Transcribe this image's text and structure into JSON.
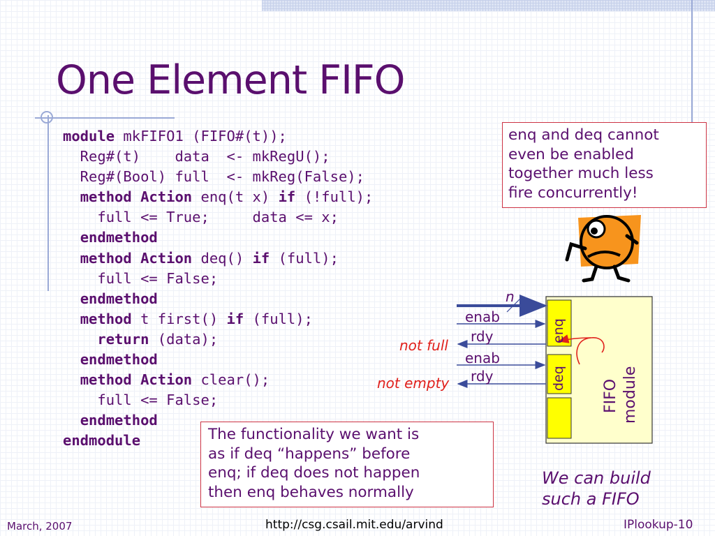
{
  "slide": {
    "title": "One Element FIFO",
    "code_lines": [
      [
        {
          "t": "module",
          "k": true
        },
        {
          "t": " mkFIFO1 (FIFO#(t));",
          "k": false
        }
      ],
      [
        {
          "t": "  Reg#(t)    data  <- mkRegU();",
          "k": false
        }
      ],
      [
        {
          "t": "  Reg#(Bool) full  <- mkReg(False);",
          "k": false
        }
      ],
      [
        {
          "t": "  ",
          "k": false
        },
        {
          "t": "method",
          "k": true
        },
        {
          "t": " ",
          "k": false
        },
        {
          "t": "Action",
          "k": true
        },
        {
          "t": " enq(t x) ",
          "k": false
        },
        {
          "t": "if",
          "k": true
        },
        {
          "t": " (!full);",
          "k": false
        }
      ],
      [
        {
          "t": "    full <= True;     data <= x;",
          "k": false
        }
      ],
      [
        {
          "t": "  ",
          "k": false
        },
        {
          "t": "endmethod",
          "k": true
        }
      ],
      [
        {
          "t": "  ",
          "k": false
        },
        {
          "t": "method",
          "k": true
        },
        {
          "t": " ",
          "k": false
        },
        {
          "t": "Action",
          "k": true
        },
        {
          "t": " deq() ",
          "k": false
        },
        {
          "t": "if",
          "k": true
        },
        {
          "t": " (full);",
          "k": false
        }
      ],
      [
        {
          "t": "    full <= False;",
          "k": false
        }
      ],
      [
        {
          "t": "  ",
          "k": false
        },
        {
          "t": "endmethod",
          "k": true
        }
      ],
      [
        {
          "t": "  ",
          "k": false
        },
        {
          "t": "method",
          "k": true
        },
        {
          "t": " t first() ",
          "k": false
        },
        {
          "t": "if",
          "k": true
        },
        {
          "t": " (full);",
          "k": false
        }
      ],
      [
        {
          "t": "    ",
          "k": false
        },
        {
          "t": "return",
          "k": true
        },
        {
          "t": " (data);",
          "k": false
        }
      ],
      [
        {
          "t": "  ",
          "k": false
        },
        {
          "t": "endmethod",
          "k": true
        }
      ],
      [
        {
          "t": "  ",
          "k": false
        },
        {
          "t": "method",
          "k": true
        },
        {
          "t": " ",
          "k": false
        },
        {
          "t": "Action",
          "k": true
        },
        {
          "t": " clear();",
          "k": false
        }
      ],
      [
        {
          "t": "    full <= False;",
          "k": false
        }
      ],
      [
        {
          "t": "  ",
          "k": false
        },
        {
          "t": "endmethod",
          "k": true
        }
      ],
      [
        {
          "t": "endmodule",
          "k": true
        }
      ]
    ],
    "note_top": [
      "enq and deq cannot",
      "even be enabled",
      "together much less",
      "fire concurrently!"
    ],
    "note_bottom": [
      "The functionality we want is",
      "as if deq “happens” before",
      "enq; if deq does not happen",
      "then enq behaves normally"
    ],
    "build_note": [
      "We can build",
      "such a FIFO"
    ]
  },
  "diagram": {
    "n_label": "n",
    "enab1": "enab",
    "rdy1": "rdy",
    "enab2": "enab",
    "rdy2": "rdy",
    "not_full": "not full",
    "not_empty": "not empty",
    "enq_port": "enq",
    "deq_port": "deq",
    "module_line1": "FIFO",
    "module_line2": "module"
  },
  "footer": {
    "date": "March, 2007",
    "url": "http://csg.csail.mit.edu/arvind",
    "page": "IPlookup-10"
  },
  "colors": {
    "title": "#5a0f6e",
    "accent_red": "#e0201c",
    "port_yellow": "#ffff00",
    "module_bg": "#ffffcc",
    "face_orange": "#f7941d"
  }
}
